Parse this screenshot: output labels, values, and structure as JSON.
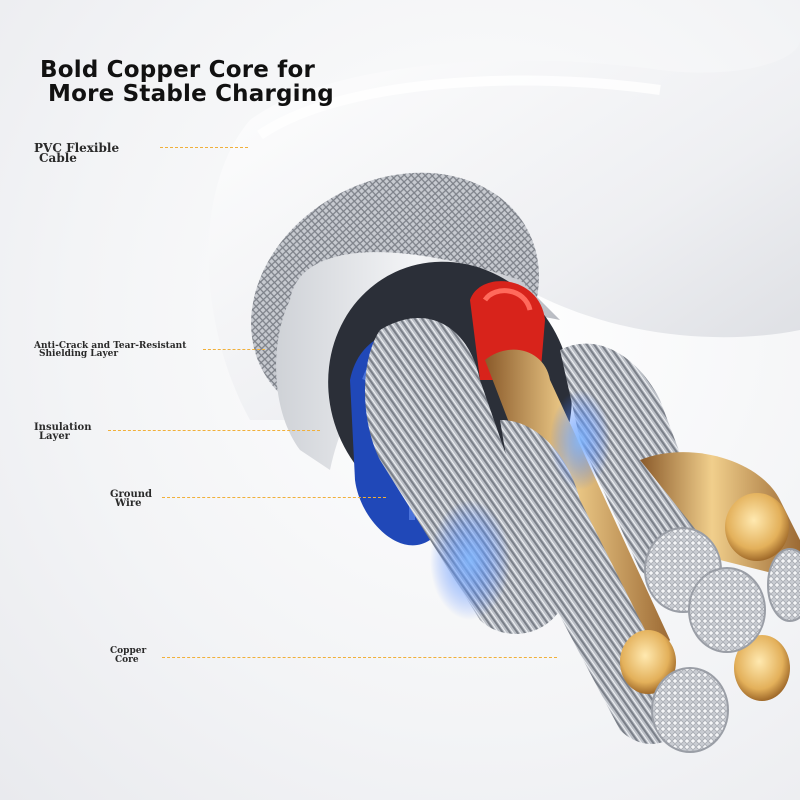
{
  "headline": {
    "line1": "Bold Copper Core for",
    "line2": "More Stable Charging"
  },
  "callouts": [
    {
      "id": "pvc",
      "line1": "PVC Flexible",
      "line2": "Cable"
    },
    {
      "id": "shield",
      "line1": "Anti-Crack and Tear-Resistant",
      "line2": "Shielding Layer"
    },
    {
      "id": "insulation",
      "line1": "Insulation",
      "line2": "Layer"
    },
    {
      "id": "ground",
      "line1": "Ground",
      "line2": "Wire"
    },
    {
      "id": "copper",
      "line1": "Copper",
      "line2": "Core"
    }
  ],
  "colors": {
    "leader_line": "#f1b03a",
    "red_wire": "#d8231b",
    "blue_wire": "#2048b8",
    "copper": "#d9a85a",
    "strand_silver": "#b9bcc4",
    "jacket": "#f7f7f8"
  }
}
